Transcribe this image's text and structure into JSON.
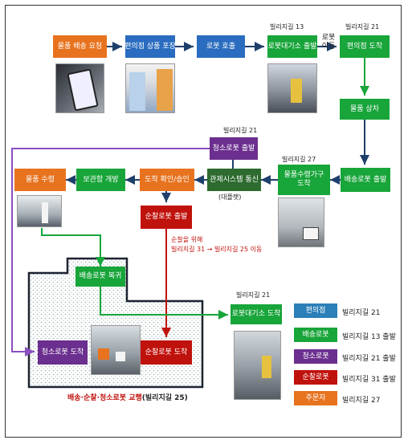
{
  "nodes": {
    "order": "물품 배송 요청",
    "packing": "편의점 상품 포장",
    "robot_call": "로봇 호출",
    "robot_depart": "로봇대기소 출발",
    "move": "로봇 이동",
    "arrive_store": "편의점 도착",
    "load": "물품 상차",
    "delivery_depart": "배송로봇 출발",
    "arrive_dest_line1": "물품수령가구",
    "arrive_dest_line2": "도착",
    "control_line1": "관제시스템 통신",
    "control_line2": "(대플랫)",
    "confirm": "도착 확인/승인",
    "open": "보관함 개방",
    "receive": "물품 수령",
    "cleaning_depart": "청소로봇 출발",
    "patrol_depart": "순찰로봇 출발",
    "return": "배송로봇 복귀",
    "cleaning_arrive": "청소로봇 도착",
    "patrol_arrive": "순찰로봇 도착",
    "wait_arrive": "로봇대기소 도착"
  },
  "captions": {
    "villa13": "빌리지길 13",
    "villa21_top": "빌리지길 21",
    "villa21_mid": "빌리지길 21",
    "villa27": "빌리지길 27",
    "villa21_bottom": "빌리지길 21",
    "patrol_note_line1": "순찰을 위해",
    "patrol_note_line2": "빌리지길 31 → 빌리지길 25 이동",
    "area_title_main": "배송·순찰·청소로봇 교행",
    "area_title_sub": "(빌리지길 25)"
  },
  "legend": [
    {
      "label": "편의점",
      "text": "빌리지길 21",
      "color": "#2c7fb8"
    },
    {
      "label": "배송로봇",
      "text": "빌리지길 13 출발",
      "color": "#18a53a"
    },
    {
      "label": "청소로봇",
      "text": "빌리지길 21 출발",
      "color": "#6b2f8f"
    },
    {
      "label": "순찰로봇",
      "text": "빌리지길 31 출발",
      "color": "#c0120c"
    },
    {
      "label": "주문자",
      "text": "빌리지길 27",
      "color": "#e8731f"
    }
  ]
}
